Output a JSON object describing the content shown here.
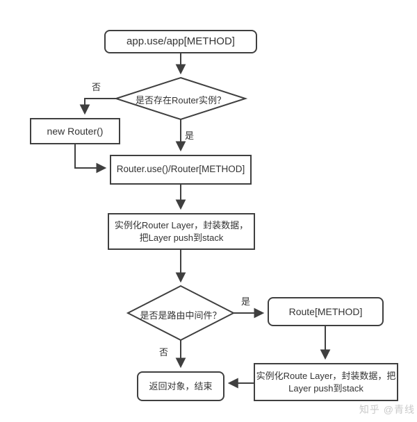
{
  "flowchart": {
    "start": {
      "label": "app.use/app[METHOD]"
    },
    "decision_router_exists": {
      "label": "是否存在Router实例？",
      "no_label": "否",
      "yes_label": "是"
    },
    "new_router": {
      "label": "new Router()"
    },
    "router_use": {
      "label": "Router.use()/Router[METHOD]"
    },
    "router_layer": {
      "line1": "实例化Router Layer，封装数据，",
      "line2": "把Layer push到stack"
    },
    "decision_route_middleware": {
      "label": "是否是路由中间件？",
      "yes_label": "是",
      "no_label": "否"
    },
    "route_method": {
      "label": "Route[METHOD]"
    },
    "route_layer": {
      "line1": "实例化Route Layer，封装数据，把",
      "line2": "Layer push到stack"
    },
    "return_end": {
      "label": "返回对象，结束"
    }
  },
  "watermark": {
    "text": "知乎 @青线"
  },
  "colors": {
    "line": "#3f3f3f",
    "text": "#333333",
    "background": "#ffffff",
    "watermark": "#c9c9c9"
  }
}
